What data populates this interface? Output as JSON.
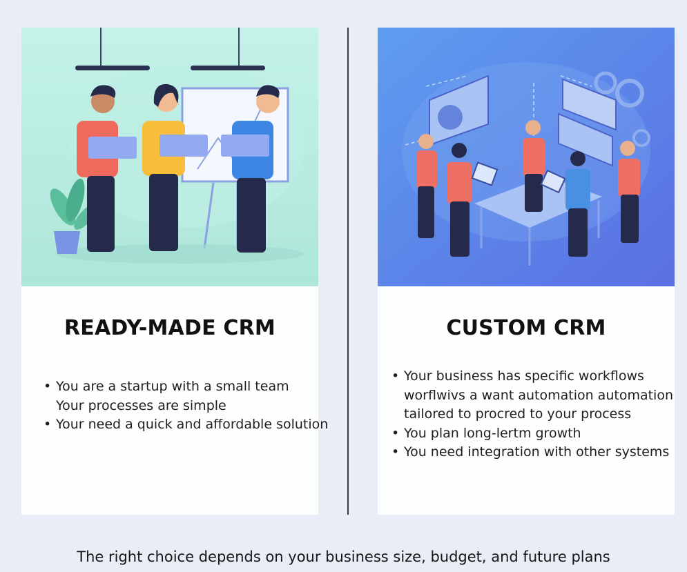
{
  "colors": {
    "background": "#e8edf6",
    "card": "#fdfefe",
    "left_illustration_bg": "#b4ece0",
    "right_illustration_bg": "#5b86ea",
    "divider": "#343a48",
    "text": "#111111"
  },
  "left_card": {
    "illustration": "team-with-laptops-whiteboard-illustration",
    "title": "READY-MADE CRM",
    "bullets": [
      {
        "bullet": "•",
        "text": "You are a startup with a small team",
        "continuation": false
      },
      {
        "bullet": "",
        "text": "Your processes are simple",
        "continuation": true
      },
      {
        "bullet": "•",
        "text": "Your need a quick and affordable solution",
        "continuation": false
      }
    ]
  },
  "right_card": {
    "illustration": "isometric-team-with-dashboards-gears-illustration",
    "title": "CUSTOM CRM",
    "bullets": [
      {
        "bullet": "•",
        "text": "Your business has specific workflows",
        "continuation": false
      },
      {
        "bullet": "",
        "text": "worflwivs a want automation automation",
        "continuation": true
      },
      {
        "bullet": "",
        "text": "tailored to procred to your process",
        "continuation": true
      },
      {
        "bullet": "•",
        "text": "You plan long-lertm growth",
        "continuation": false
      },
      {
        "bullet": "•",
        "text": "You need integration with other systems",
        "continuation": false
      }
    ]
  },
  "footer": {
    "text": "The right choice depends on your business size, budget, and future plans"
  }
}
